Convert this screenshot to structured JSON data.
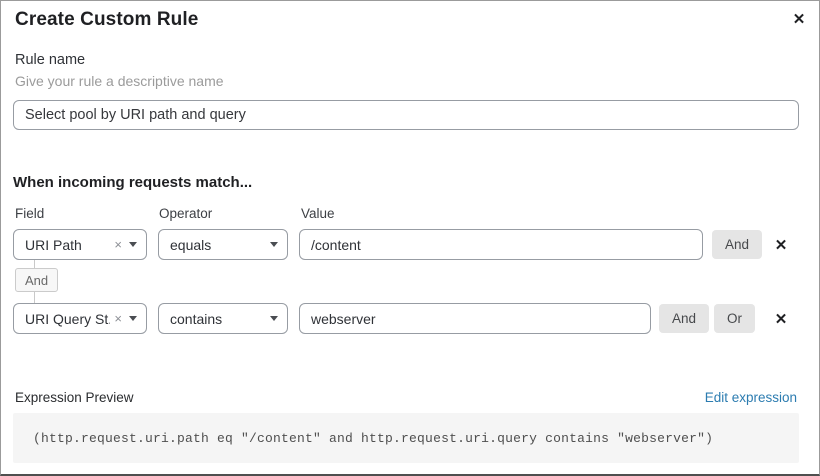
{
  "modal": {
    "title": "Create Custom Rule"
  },
  "icons": {
    "close": "✕",
    "delete": "✕",
    "clear": "×"
  },
  "rule_name": {
    "label": "Rule name",
    "hint": "Give your rule a descriptive name",
    "value": "Select pool by URI path and query"
  },
  "match": {
    "heading": "When incoming requests match...",
    "columns": {
      "field": "Field",
      "operator": "Operator",
      "value": "Value"
    },
    "joiner_label": "And",
    "rows": [
      {
        "field": "URI Path",
        "operator": "equals",
        "value": "/content",
        "connector_buttons": [
          "And"
        ]
      },
      {
        "field": "URI Query St...",
        "operator": "contains",
        "value": "webserver",
        "connector_buttons": [
          "And",
          "Or"
        ]
      }
    ]
  },
  "expression": {
    "label": "Expression Preview",
    "edit_link": "Edit expression",
    "code": "(http.request.uri.path eq \"/content\" and http.request.uri.query contains \"webserver\")"
  },
  "colors": {
    "link_blue": "#2c7cb0",
    "button_gray": "#e5e5e5",
    "code_background": "#f5f5f5",
    "control_border": "#979ca3"
  }
}
